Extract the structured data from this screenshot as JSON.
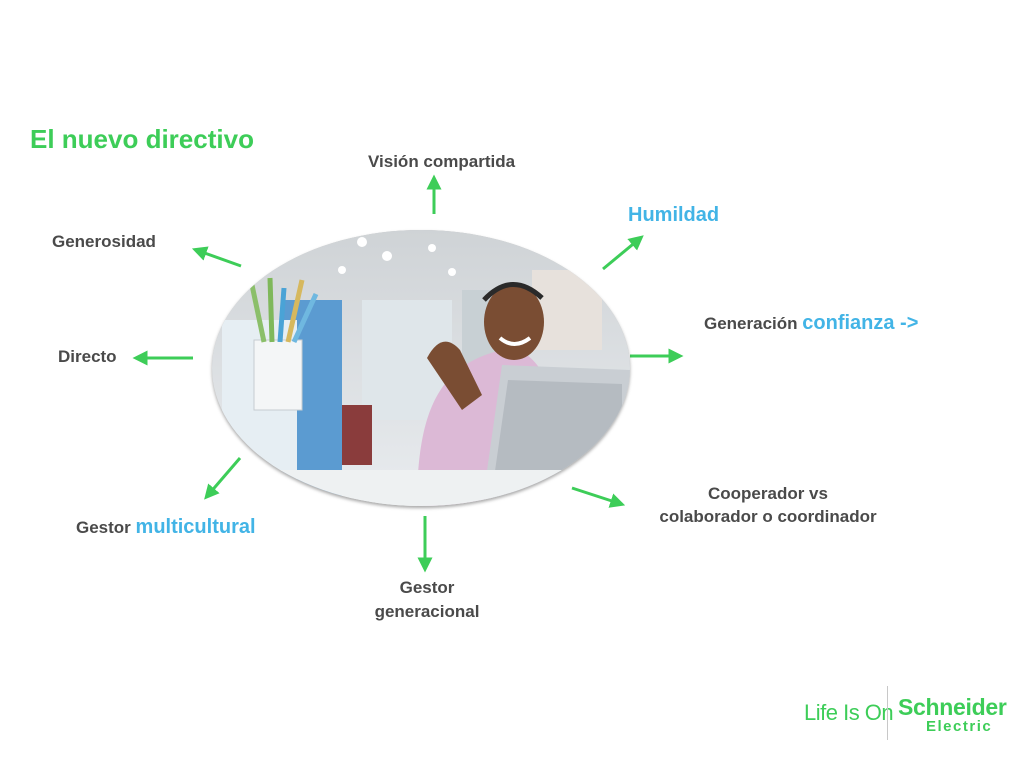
{
  "title": "El nuevo directivo",
  "labels": {
    "vision": "Visión compartida",
    "humildad": "Humildad",
    "generosidad": "Generosidad",
    "confianza_prefix": "Generación ",
    "confianza_accent": "confianza ->",
    "directo": "Directo",
    "cooperador_line1": "Cooperador vs",
    "cooperador_line2": "colaborador o coordinador",
    "multicultural_prefix": "Gestor ",
    "multicultural_accent": "multicultural",
    "generacional_line1": "Gestor",
    "generacional_line2": "generacional"
  },
  "footer": {
    "tagline": "Life Is On",
    "brand_top": "Schneider",
    "brand_bottom": "Electric"
  },
  "colors": {
    "brand_green": "#3dcd58",
    "accent_blue": "#42b4e6",
    "text_gray": "#4a4a4a"
  }
}
